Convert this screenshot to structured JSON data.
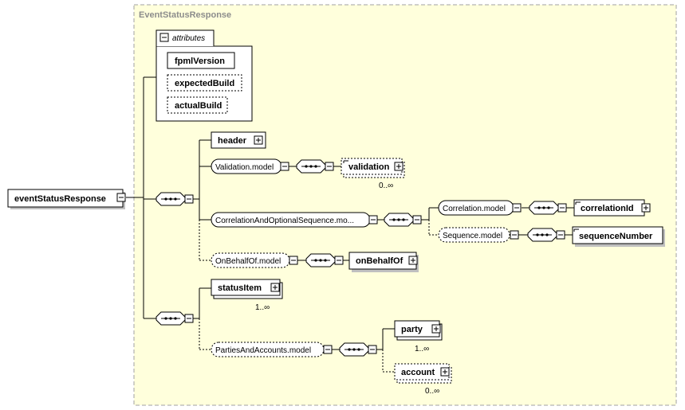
{
  "title": "EventStatusResponse",
  "root": {
    "label": "eventStatusResponse"
  },
  "attributes": {
    "label": "attributes",
    "items": [
      {
        "label": "fpmlVersion",
        "optional": false
      },
      {
        "label": "expectedBuild",
        "optional": true
      },
      {
        "label": "actualBuild",
        "optional": true
      }
    ]
  },
  "sequence1": {
    "header": {
      "label": "header"
    },
    "validation_model": {
      "label": "Validation.model"
    },
    "validation": {
      "label": "validation",
      "cardinality": "0..∞"
    },
    "correlation_seq_model": {
      "label": "CorrelationAndOptionalSequence.mo..."
    },
    "correlation_model": {
      "label": "Correlation.model"
    },
    "correlation_id": {
      "label": "correlationId"
    },
    "sequence_model": {
      "label": "Sequence.model"
    },
    "sequence_number": {
      "label": "sequenceNumber"
    },
    "on_behalf_of_model": {
      "label": "OnBehalfOf.model"
    },
    "on_behalf_of": {
      "label": "onBehalfOf"
    }
  },
  "sequence2": {
    "status_item": {
      "label": "statusItem",
      "cardinality": "1..∞"
    },
    "parties_model": {
      "label": "PartiesAndAccounts.model"
    },
    "party": {
      "label": "party",
      "cardinality": "1..∞"
    },
    "account": {
      "label": "account",
      "cardinality": "0..∞"
    }
  },
  "colors": {
    "panel_fill": "#ffffdc",
    "panel_border": "#a0a0a0",
    "node_border": "#000000",
    "node_fill": "#ffffff",
    "shadow": "#c0c0c0"
  }
}
